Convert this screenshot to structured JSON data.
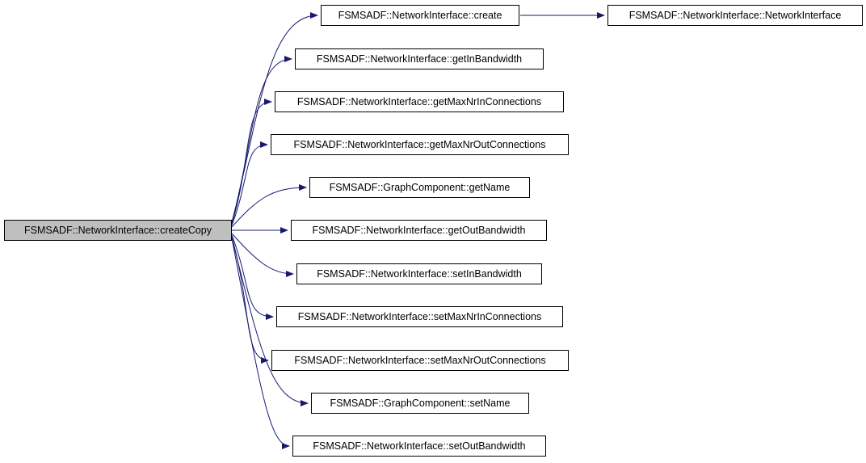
{
  "nodes": {
    "createCopy": {
      "label": "FSMSADF::NetworkInterface::createCopy"
    },
    "create": {
      "label": "FSMSADF::NetworkInterface::create"
    },
    "networkInterface": {
      "label": "FSMSADF::NetworkInterface::NetworkInterface"
    },
    "getInBandwidth": {
      "label": "FSMSADF::NetworkInterface::getInBandwidth"
    },
    "getMaxNrInConnections": {
      "label": "FSMSADF::NetworkInterface::getMaxNrInConnections"
    },
    "getMaxNrOutConnections": {
      "label": "FSMSADF::NetworkInterface::getMaxNrOutConnections"
    },
    "getName": {
      "label": "FSMSADF::GraphComponent::getName"
    },
    "getOutBandwidth": {
      "label": "FSMSADF::NetworkInterface::getOutBandwidth"
    },
    "setInBandwidth": {
      "label": "FSMSADF::NetworkInterface::setInBandwidth"
    },
    "setMaxNrInConnections": {
      "label": "FSMSADF::NetworkInterface::setMaxNrInConnections"
    },
    "setMaxNrOutConnections": {
      "label": "FSMSADF::NetworkInterface::setMaxNrOutConnections"
    },
    "setName": {
      "label": "FSMSADF::GraphComponent::setName"
    },
    "setOutBandwidth": {
      "label": "FSMSADF::NetworkInterface::setOutBandwidth"
    }
  },
  "edges": [
    {
      "from": "createCopy",
      "to": "create"
    },
    {
      "from": "createCopy",
      "to": "getInBandwidth"
    },
    {
      "from": "createCopy",
      "to": "getMaxNrInConnections"
    },
    {
      "from": "createCopy",
      "to": "getMaxNrOutConnections"
    },
    {
      "from": "createCopy",
      "to": "getName"
    },
    {
      "from": "createCopy",
      "to": "getOutBandwidth"
    },
    {
      "from": "createCopy",
      "to": "setInBandwidth"
    },
    {
      "from": "createCopy",
      "to": "setMaxNrInConnections"
    },
    {
      "from": "createCopy",
      "to": "setMaxNrOutConnections"
    },
    {
      "from": "createCopy",
      "to": "setName"
    },
    {
      "from": "createCopy",
      "to": "setOutBandwidth"
    },
    {
      "from": "create",
      "to": "networkInterface"
    }
  ],
  "colors": {
    "edge": "#191970",
    "selected_node_fill": "#bfbfbf",
    "node_fill": "#ffffff",
    "node_border": "#000000"
  }
}
